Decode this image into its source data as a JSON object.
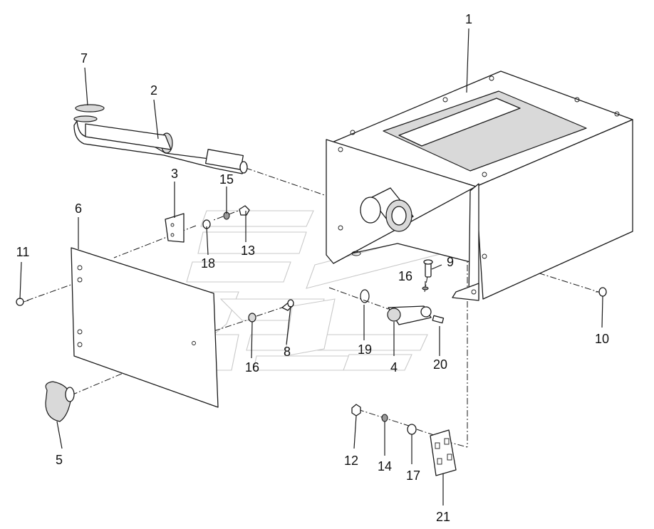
{
  "part_labels": {
    "p1": "1",
    "p2": "2",
    "p3": "3",
    "p4": "4",
    "p5": "5",
    "p6": "6",
    "p7": "7",
    "p8": "8",
    "p9": "9",
    "p10": "10",
    "p11": "11",
    "p12": "12",
    "p13": "13",
    "p14": "14",
    "p15": "15",
    "p16a": "16",
    "p16b": "16",
    "p17": "17",
    "p18": "18",
    "p19": "19",
    "p20": "20",
    "p21": "21"
  },
  "colors": {
    "line": "#1a1a1a",
    "shade": "#d9d9d9",
    "watermark": "#c9c9c9",
    "background": "#ffffff"
  }
}
